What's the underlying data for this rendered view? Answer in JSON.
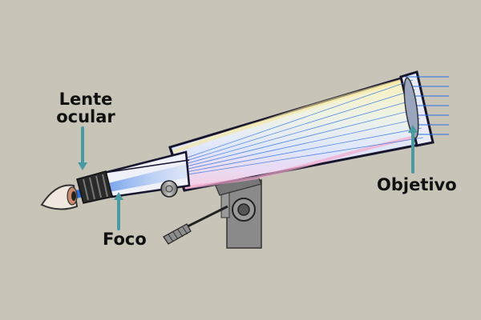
{
  "labels": {
    "eyepiece_line1": "Lente",
    "eyepiece_line2": "ocular",
    "focus": "Foco",
    "objective": "Objetivo"
  },
  "colors": {
    "background": "#c8c4b7",
    "pointer": "#4a9aa1",
    "tube_outline": "#16162e",
    "light_beam": "#2a6fe0"
  },
  "icons": {
    "eye": "eye-icon",
    "knob": "focus-knob-icon",
    "mount": "mount-icon"
  }
}
